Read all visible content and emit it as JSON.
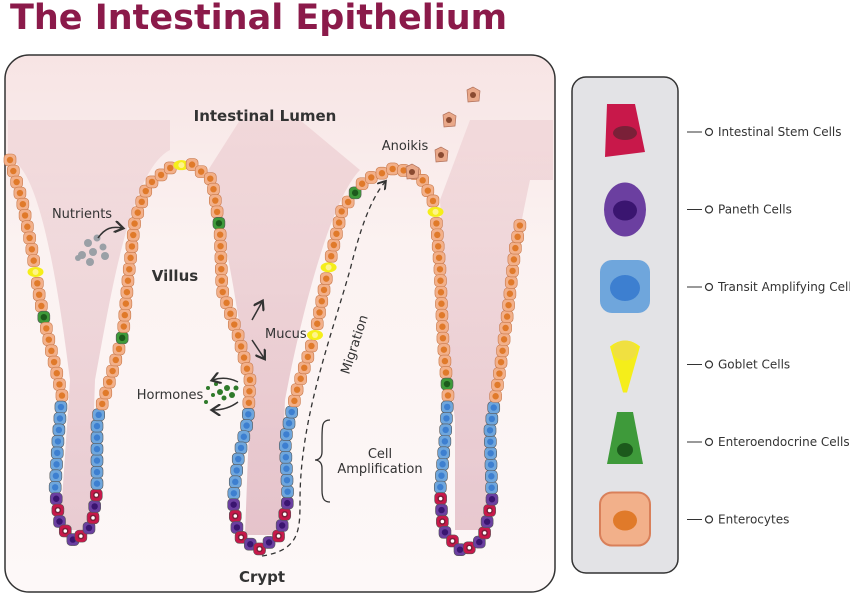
{
  "title": "The Intestinal Epithelium",
  "diagram": {
    "labels": {
      "lumen": "Intestinal Lumen",
      "anoikis": "Anoikis",
      "nutrients": "Nutrients",
      "villus": "Villus",
      "mucus": "Mucus",
      "hormones": "Hormones",
      "migration": "Migration",
      "cell_amplification_1": "Cell",
      "cell_amplification_2": "Amplification",
      "crypt": "Crypt"
    }
  },
  "legend": {
    "items": [
      {
        "label": "Intestinal Stem Cells",
        "icon": "stem-cell-icon",
        "color": "#c8184a",
        "nucleus": "#7a2038"
      },
      {
        "label": "Paneth Cells",
        "icon": "paneth-cell-icon",
        "color": "#6b3fa0",
        "nucleus": "#3a1570"
      },
      {
        "label": "Transit Amplifying Cells",
        "icon": "transit-amplifying-cell-icon",
        "color": "#6fa6dc",
        "nucleus": "#3d7fd0"
      },
      {
        "label": "Goblet Cells",
        "icon": "goblet-cell-icon",
        "color": "#f5ee1a",
        "nucleus": "#f0e040"
      },
      {
        "label": "Enteroendocrine Cells",
        "icon": "enteroendocrine-cell-icon",
        "color": "#3e9a3a",
        "nucleus": "#1c5a1c"
      },
      {
        "label": "Enterocytes",
        "icon": "enterocyte-icon",
        "color": "#f2b08a",
        "nucleus": "#e07a2a"
      }
    ]
  }
}
